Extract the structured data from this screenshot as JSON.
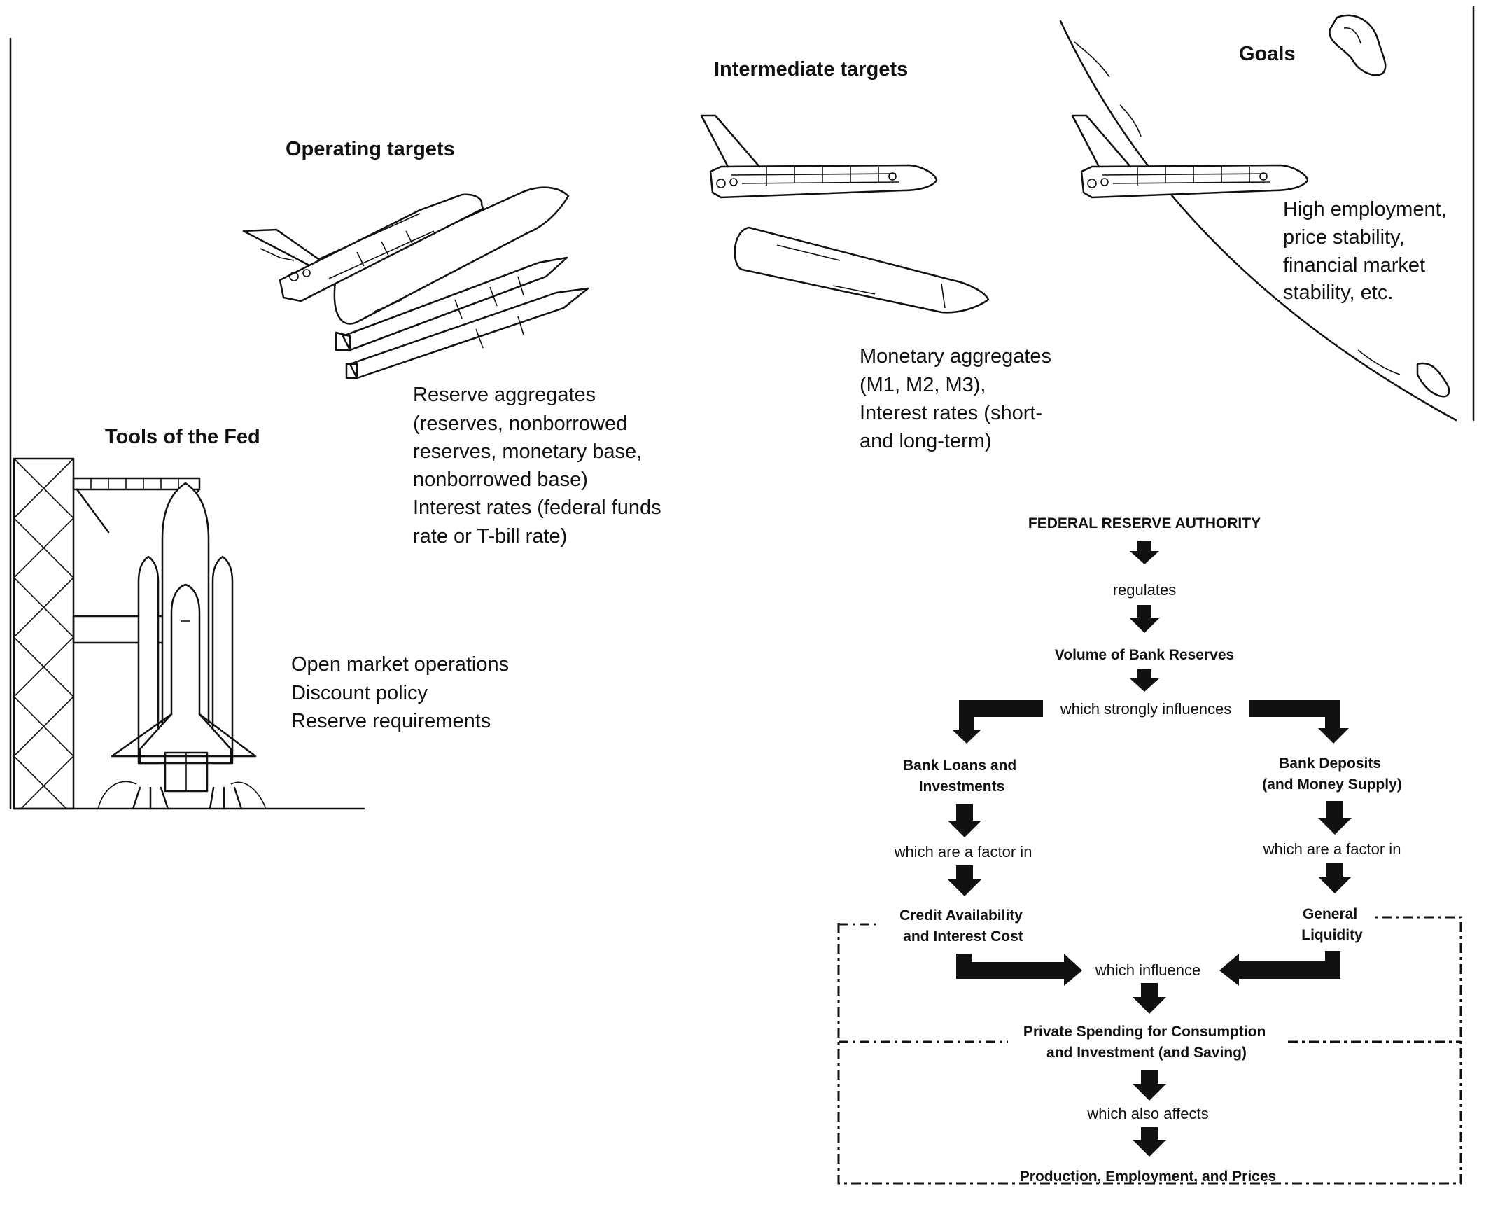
{
  "stages": {
    "tools": {
      "title": "Tools of the Fed",
      "lines": [
        "Open market operations",
        "Discount policy",
        "Reserve requirements"
      ]
    },
    "operating": {
      "title": "Operating targets",
      "lines": [
        "Reserve aggregates",
        "(reserves, nonborrowed",
        "reserves, monetary base,",
        "nonborrowed base)",
        "Interest rates (federal funds",
        "rate or T-bill rate)"
      ]
    },
    "intermediate": {
      "title": "Intermediate targets",
      "lines": [
        "Monetary aggregates",
        "(M1, M2, M3),",
        "Interest rates (short-",
        "and long-term)"
      ]
    },
    "goals": {
      "title": "Goals",
      "lines": [
        "High employment,",
        "price stability,",
        "financial market",
        "stability, etc."
      ]
    }
  },
  "flowchart": {
    "authority": "FEDERAL RESERVE AUTHORITY",
    "regulates": "regulates",
    "bank_reserves": "Volume of Bank Reserves",
    "strongly_influences": "which strongly influences",
    "loans_lines": [
      "Bank Loans and",
      "Investments"
    ],
    "deposits_lines": [
      "Bank Deposits",
      "(and Money Supply)"
    ],
    "factor_left": "which are a factor in",
    "factor_right": "which are a factor in",
    "credit_lines": [
      "Credit Availability",
      "and Interest Cost"
    ],
    "liquidity_lines": [
      "General",
      "Liquidity"
    ],
    "influence": "which influence",
    "spending_lines": [
      "Private Spending for Consumption",
      "and Investment (and Saving)"
    ],
    "also_affects": "which also affects",
    "production": "Production, Employment, and Prices"
  }
}
